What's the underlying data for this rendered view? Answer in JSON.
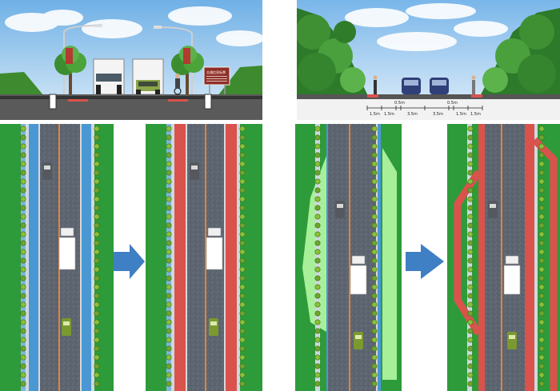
{
  "scenes": {
    "urban_cross_section": {
      "sign_text": "交通信息标牌"
    },
    "rural_cross_section": {
      "dimensions": [
        "1.5m",
        "1.5m",
        "0.5m",
        "3.5m",
        "3.5m",
        "0.5m",
        "1.5m",
        "1.5m"
      ]
    }
  },
  "plans": [
    {
      "id": "urban-before",
      "bike_lane_color": "#4a97d3"
    },
    {
      "id": "urban-after",
      "bike_lane_color": "#d9534c"
    },
    {
      "id": "rural-before",
      "buffer_color": "#a8ef9a"
    },
    {
      "id": "rural-after",
      "buffer_color": "#d9534c"
    }
  ],
  "arrows": [
    {
      "id": "urban-transform-arrow",
      "color": "#3f7fc4",
      "icon": "arrow-right-icon"
    },
    {
      "id": "rural-transform-arrow",
      "color": "#3f7fc4",
      "icon": "arrow-right-icon"
    }
  ],
  "colors": {
    "asphalt": "#5c6470",
    "grass": "#2e9b3a",
    "bike_blue": "#4a97d3",
    "bike_red": "#d9534c",
    "edge_line": "#e0843d",
    "sky": "#a9cfee"
  }
}
